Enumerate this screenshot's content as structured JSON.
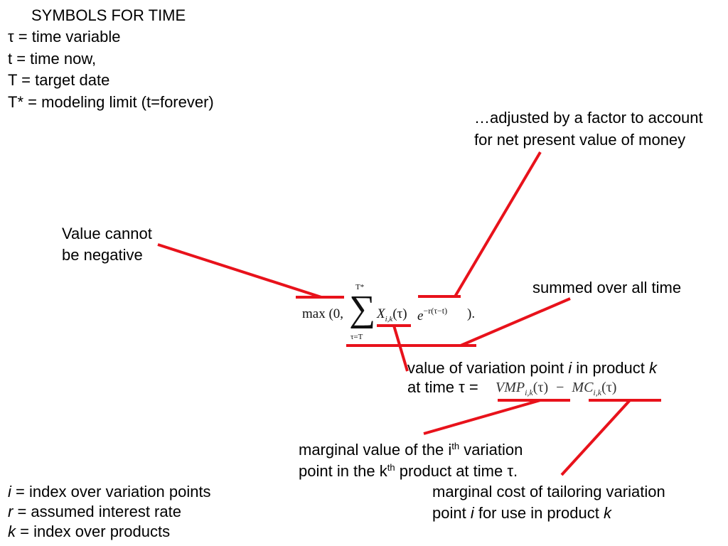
{
  "symbols": {
    "title": "SYMBOLS FOR TIME",
    "lines": [
      "τ = time variable",
      "t = time now,",
      "T = target date",
      "T* = modeling limit (t=forever)"
    ]
  },
  "annotations": {
    "npv_line1": "…adjusted by a factor to account",
    "npv_line2": "for net present value of money",
    "nonneg_line1": "Value cannot",
    "nonneg_line2": "be negative",
    "summed": "summed over all time",
    "value_pre": "value of variation point ",
    "value_i": "i",
    "value_mid": " in product ",
    "value_k": "k",
    "value_line2": "at time τ =",
    "mv_1": "marginal value of the i",
    "mv_sup1": "th",
    "mv_2": " variation",
    "mv_3": "point in the k",
    "mv_sup2": "th",
    "mv_4": " product at time τ.",
    "mc_line1": "marginal cost of tailoring variation",
    "mc_pre": "point ",
    "mc_i": "i",
    "mc_mid": " for use in product ",
    "mc_k": "k"
  },
  "formula": {
    "max": "max (0,",
    "sigma": "∑",
    "upper": "T*",
    "lower": "τ=T",
    "x": "X",
    "x_sub": "i,k",
    "x_arg": "(τ)",
    "e": "e",
    "exp": "−r(τ−t)",
    "close": ")."
  },
  "formula2": {
    "vmp": "VMP",
    "vmp_sub": "i,k",
    "vmp_arg": "(τ)",
    "minus": "−",
    "mc": "MC",
    "mc_sub": "i,k",
    "mc_arg": "(τ)"
  },
  "legend": {
    "i_var": "i",
    "i_text": " = index over variation points",
    "r_var": "r",
    "r_text": " = assumed interest rate",
    "k_var": "k",
    "k_text": " = index over products"
  },
  "colors": {
    "annotation_line": "#e8121b",
    "text": "#000000"
  }
}
